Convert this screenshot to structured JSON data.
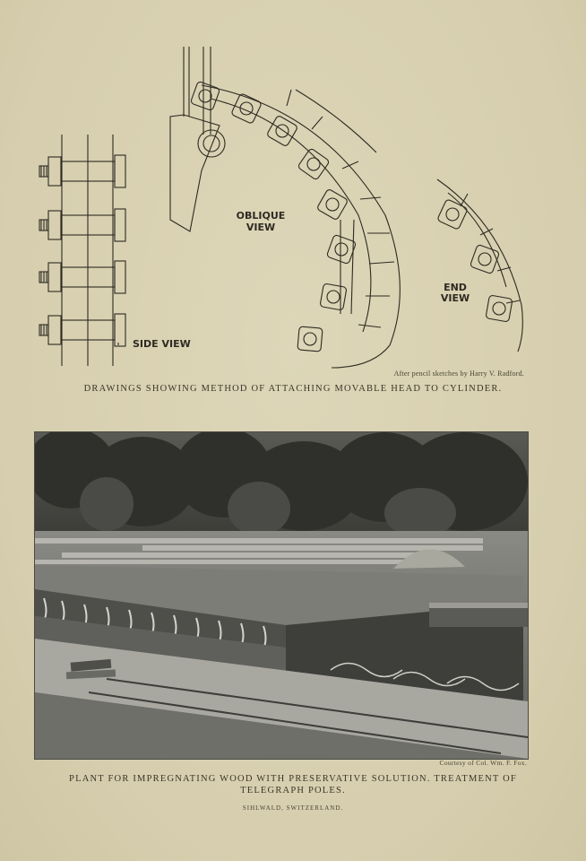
{
  "drawing": {
    "labels": {
      "side_view": "SIDE VIEW",
      "oblique_line1": "OBLIQUE",
      "oblique_line2": "VIEW",
      "end_line1": "END",
      "end_line2": "VIEW"
    },
    "credit": "After pencil sketches by Harry V. Radford.",
    "caption": "DRAWINGS SHOWING METHOD OF ATTACHING MOVABLE HEAD TO CYLINDER."
  },
  "photo": {
    "credit": "Courtesy of Col. Wm. F. Fox.",
    "caption_line1": "PLANT FOR IMPREGNATING WOOD WITH PRESERVATIVE SOLUTION.  TREATMENT OF",
    "caption_line2": "TELEGRAPH POLES.",
    "location": "SIHLWALD, SWITZERLAND."
  },
  "colors": {
    "paper": "#d9d1b2",
    "ink": "#2e2a22"
  }
}
